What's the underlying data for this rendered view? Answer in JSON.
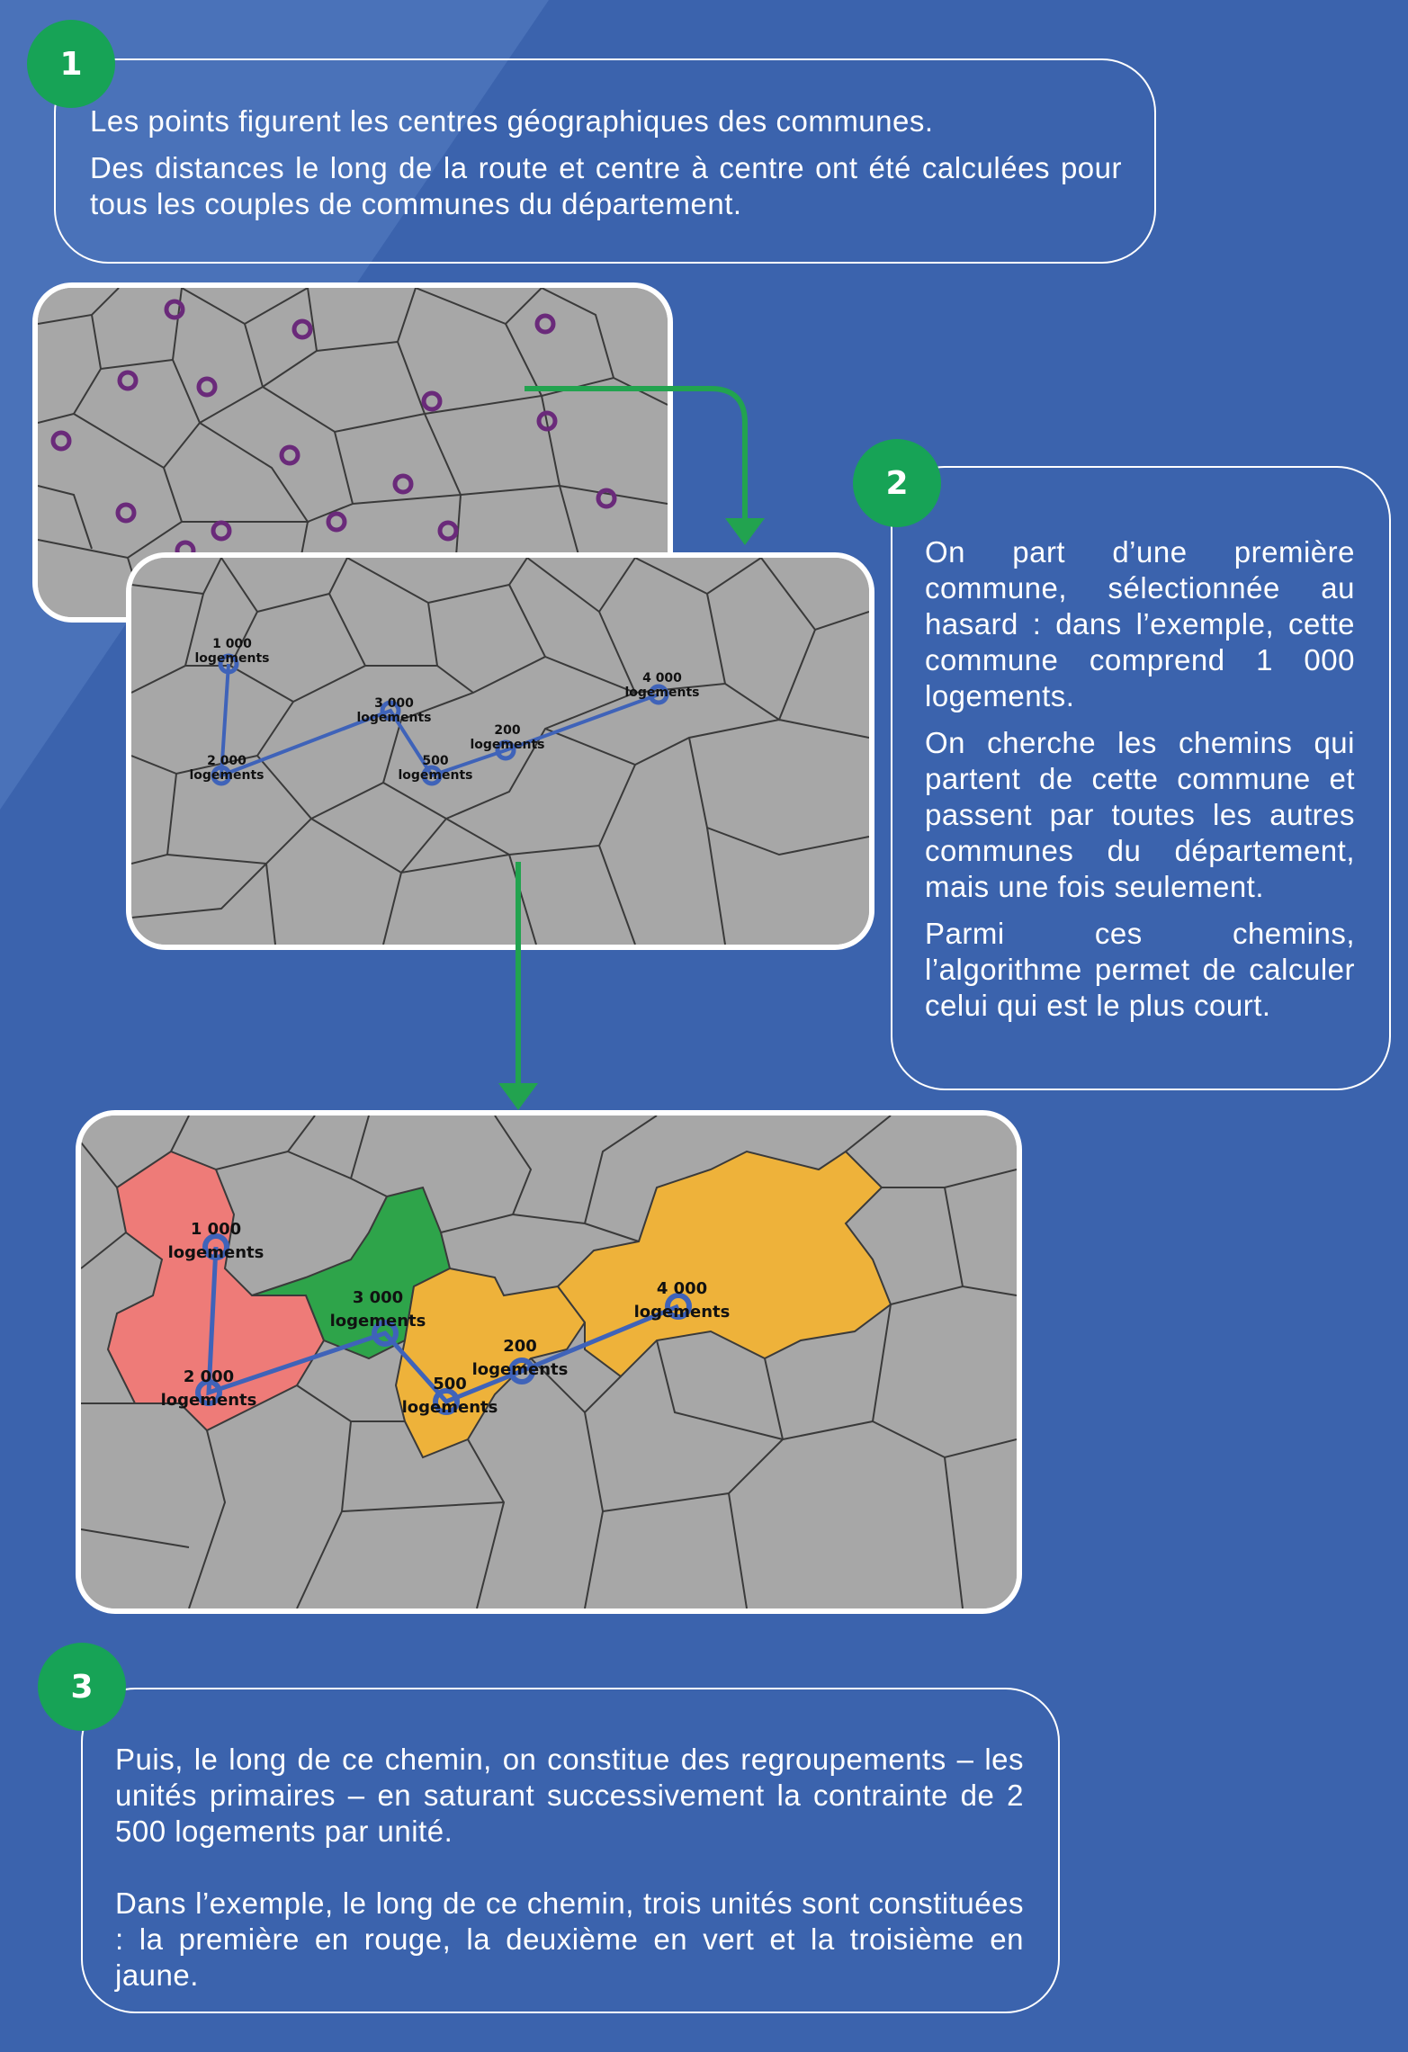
{
  "colors": {
    "background": "#3b63ad",
    "badge": "#17a356",
    "arrow": "#22a34f",
    "unit_red": "#ee7b78",
    "unit_green": "#2ea44a",
    "unit_yellow": "#eeb23a",
    "path_line": "#3f63b9",
    "commune_dot": "#6a2a7a",
    "map_gray": "#a7a7a7"
  },
  "step1": {
    "badge": "1",
    "line1": "Les points figurent les centres géographiques des communes.",
    "line2": "Des distances le long de la route et centre à centre ont été calculées pour tous les couples de communes du département."
  },
  "step2": {
    "badge": "2",
    "para1": "On part d’une première commune, sélectionnée au hasard : dans l’exemple, cette commune comprend 1 000 logements.",
    "para2": "On cherche les chemins qui partent de cette commune et passent par toutes les autres communes du département, mais une fois seulement.",
    "para3": "Parmi ces chemins, l’algorithme permet de calculer celui qui est le plus court."
  },
  "step3": {
    "badge": "3",
    "para1": "Puis, le long de ce chemin, on constitue des regroupements – les unités primaires – en saturant successivement la contrainte de 2 500 logements par unité.",
    "para2": "Dans l’exemple, le long de ce chemin, trois unités sont constituées : la première en rouge, la deuxième en vert et la troisième en jaune."
  },
  "map_labels": {
    "n1000": "1 000",
    "n2000": "2 000",
    "n3000": "3 000",
    "n500": "500",
    "n200": "200",
    "n4000": "4 000",
    "unit": "logements"
  }
}
